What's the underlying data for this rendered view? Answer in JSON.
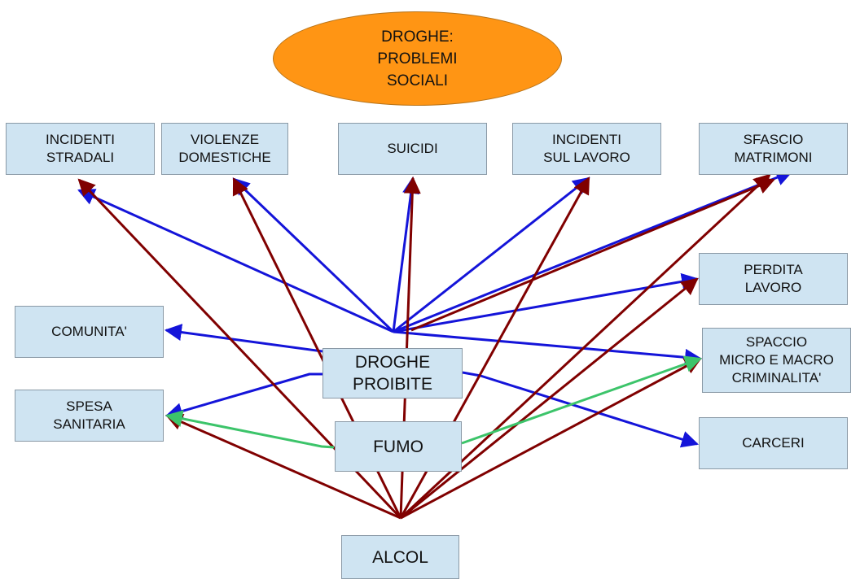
{
  "title": "DROGHE:\nPROBLEMI\nSOCIALI",
  "nodes": {
    "incidenti_stradali": "INCIDENTI\nSTRADALI",
    "violenze_domestiche": "VIOLENZE\nDOMESTICHE",
    "suicidi": "SUICIDI",
    "incidenti_lavoro": "INCIDENTI\nSUL LAVORO",
    "sfascio_matrimoni": "SFASCIO\nMATRIMONI",
    "perdita_lavoro": "PERDITA\nLAVORO",
    "comunita": "COMUNITA'",
    "spaccio": "SPACCIO\nMICRO E MACRO\nCRIMINALITA'",
    "spesa_sanitaria": "SPESA\nSANITARIA",
    "carceri": "CARCERI",
    "droghe_proibite": "DROGHE\nPROIBITE",
    "fumo": "FUMO",
    "alcol": "ALCOL"
  },
  "colors": {
    "droghe_proibite": "#1414d9",
    "alcol": "#800000",
    "fumo": "#3cc46a",
    "node_fill": "#cfe4f2",
    "title_fill": "#ff9514"
  },
  "edges": [
    {
      "from": "droghe_proibite",
      "to": "incidenti_stradali",
      "color": "droghe_proibite"
    },
    {
      "from": "droghe_proibite",
      "to": "violenze_domestiche",
      "color": "droghe_proibite"
    },
    {
      "from": "droghe_proibite",
      "to": "suicidi",
      "color": "droghe_proibite"
    },
    {
      "from": "droghe_proibite",
      "to": "incidenti_lavoro",
      "color": "droghe_proibite"
    },
    {
      "from": "droghe_proibite",
      "to": "sfascio_matrimoni",
      "color": "droghe_proibite"
    },
    {
      "from": "droghe_proibite",
      "to": "perdita_lavoro",
      "color": "droghe_proibite"
    },
    {
      "from": "droghe_proibite",
      "to": "comunita",
      "color": "droghe_proibite"
    },
    {
      "from": "droghe_proibite",
      "to": "spaccio",
      "color": "droghe_proibite"
    },
    {
      "from": "droghe_proibite",
      "to": "spesa_sanitaria",
      "color": "droghe_proibite"
    },
    {
      "from": "droghe_proibite",
      "to": "carceri",
      "color": "droghe_proibite"
    },
    {
      "from": "alcol",
      "to": "incidenti_stradali",
      "color": "alcol"
    },
    {
      "from": "alcol",
      "to": "violenze_domestiche",
      "color": "alcol"
    },
    {
      "from": "alcol",
      "to": "suicidi",
      "color": "alcol"
    },
    {
      "from": "alcol",
      "to": "incidenti_lavoro",
      "color": "alcol"
    },
    {
      "from": "alcol",
      "to": "sfascio_matrimoni",
      "color": "alcol"
    },
    {
      "from": "alcol",
      "to": "perdita_lavoro",
      "color": "alcol"
    },
    {
      "from": "alcol",
      "to": "spaccio",
      "color": "alcol"
    },
    {
      "from": "alcol",
      "to": "spesa_sanitaria",
      "color": "alcol"
    },
    {
      "from": "droghe_proibite",
      "to": "sfascio_matrimoni",
      "color": "alcol"
    },
    {
      "from": "fumo",
      "to": "spesa_sanitaria",
      "color": "fumo"
    },
    {
      "from": "fumo",
      "to": "spaccio",
      "color": "fumo"
    }
  ]
}
